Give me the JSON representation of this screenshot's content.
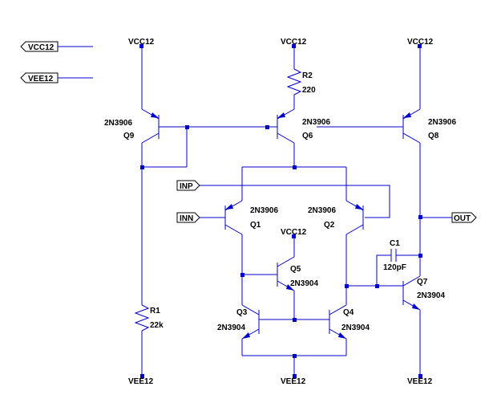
{
  "ports": {
    "vcc_left": "VCC12",
    "vee_left": "VEE12",
    "inp": "INP",
    "inn": "INN",
    "out": "OUT"
  },
  "rails": {
    "vcc_q9": "VCC12",
    "vcc_r2": "VCC12",
    "vcc_q8": "VCC12",
    "vcc_q5": "VCC12",
    "vee_r1": "VEE12",
    "vee_mid": "VEE12",
    "vee_q7": "VEE12"
  },
  "components": {
    "q9": {
      "ref": "Q9",
      "model": "2N3906"
    },
    "q6": {
      "ref": "Q6",
      "model": "2N3906"
    },
    "q8": {
      "ref": "Q8",
      "model": "2N3906"
    },
    "q1": {
      "ref": "Q1",
      "model": "2N3906"
    },
    "q2": {
      "ref": "Q2",
      "model": "2N3906"
    },
    "q5": {
      "ref": "Q5",
      "model": "2N3904"
    },
    "q3": {
      "ref": "Q3",
      "model": "2N3904"
    },
    "q4": {
      "ref": "Q4",
      "model": "2N3904"
    },
    "q7": {
      "ref": "Q7",
      "model": "2N3904"
    },
    "r1": {
      "ref": "R1",
      "value": "22k"
    },
    "r2": {
      "ref": "R2",
      "value": "220"
    },
    "c1": {
      "ref": "C1",
      "value": "120pF"
    }
  },
  "colors": {
    "wire": "#0000cc",
    "text": "#000000",
    "background": "#ffffff"
  }
}
